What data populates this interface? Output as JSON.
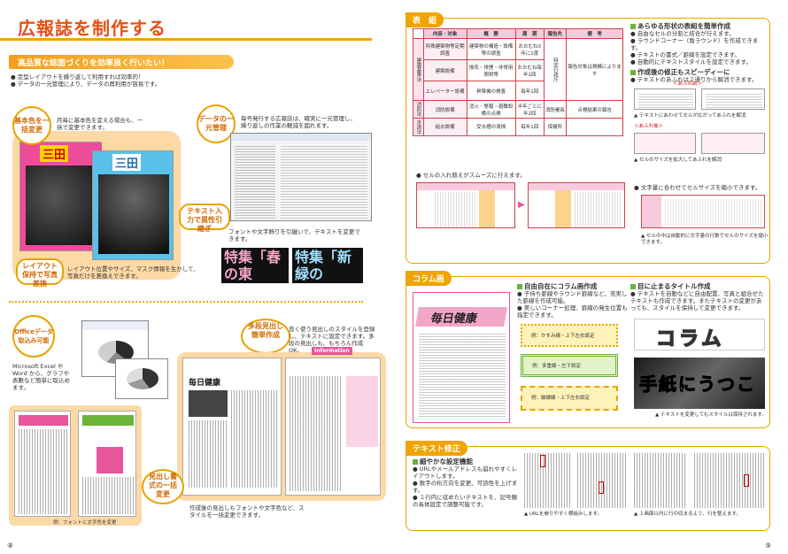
{
  "left": {
    "title": "広報誌を制作する",
    "banner": "高品質な誌面づくりを効率良く行いたい！",
    "bullets": [
      "定型レイアウトを繰り返して利用すれば効率的！",
      "データの一元管理により、データの再利用が容易です。"
    ],
    "basic_badge": "基本色を一括変更",
    "basic_text": "月毎に基本色を変える場合も、一括で変更できます。",
    "data_badge": "データの一元管理",
    "data_text": "毎号発行する広報誌は、確実に一元管理し、繰り返しの作業の軽減を図れます。",
    "text_badge": "テキスト入力で異性引継ぎ",
    "font_text": "フォントや文字飾りを引継いで、テキストを変更できます。",
    "special1": "特集「春の東",
    "special2": "特集「新緑の",
    "layout_badge": "レイアウト保持で写真差換",
    "layout_text": "レイアウト位置やサイズ、マスク情報を生かして、写真だけを差換えできます。",
    "office_badge": "Officeデータ取込み可能",
    "office_text": "Microsoft Excel や Word から、グラフや表數など簡単に取込めます。",
    "multi_badge": "多段見出し簡単作成",
    "multi_text": "良く使う見出しのスタイルを登録し、テキストに設定できます。多段の見出しも、もちろん作成OK。",
    "heading_badge": "見出し書式の一括変更",
    "heading_text": "作成後の見出しもフォントや文字色など、スタイルを一括変更できます。",
    "caption": "例：フォントと文字色を変更",
    "page_no": "⑧",
    "mag1": "三田",
    "mag2": "三田",
    "mag_tag": "Information",
    "kenko": "毎日健康"
  },
  "right": {
    "table_tag": "表　組",
    "table_headers": [
      "内容・対象",
      "概　要",
      "周　期",
      "報告先",
      "備　考"
    ],
    "table_rows": [
      [
        "特殊建築物等定期調査",
        "建築物の構造・設備等の調査",
        "おおむね3年に1度",
        "特定行政庁",
        "報告対象は規模によります"
      ],
      [
        "建築設備",
        "換気・排煙・非常用照明等",
        "おおむね毎年1回",
        "特定行政庁",
        ""
      ],
      [
        "エレベーター設備",
        "昇降機の検査",
        "毎年1回",
        "",
        ""
      ],
      [
        "消防設備",
        "消火・警報・避難設備の点検",
        "半年ごとに年2回",
        "消防署長",
        "点検結果の報告"
      ],
      [
        "給水設備",
        "受水槽の清掃",
        "毎年1回",
        "保健所",
        ""
      ]
    ],
    "table_group1": "建築基準法",
    "table_group2": "消防法",
    "table_group3": "水道法",
    "cell_note": "セルの入れ替えがスムーズに行えます。",
    "f1_title": "あらゆる形状の表組を簡単作成",
    "f1_items": [
      "自由なセルの分割と結合が行えます。",
      "ラウンドコーナー（角ラウンド）を作成できます。",
      "テキストの書式／罫線を設定できます。",
      "自動的にテキストスタイルを設定できます。"
    ],
    "f2_title": "作成後の修正もスピーディーに",
    "f2_items": [
      "テキストのあふれは２通りから解消できます。"
    ],
    "overflow_before": "＜あふれ前＞",
    "overflow_after": "＜あふれ後＞",
    "overflow_note1": "テキストにあわせてセルが広がってあふれを解消",
    "overflow_note2": "セルのサイズを拡大してあふれを解消",
    "f3_items": [
      "文字量に合わせてセルサイズを縮小できます。"
    ],
    "f3_note": "セルの中は自動的に文字量の行数でセルのサイズを縮小できます。",
    "column_tag": "コラム画",
    "col_title": "自由自在にコラム画作成",
    "col_items": [
      "子持ち罫線やラウンド罫線など、充実した罫線を作成可能。",
      "美しいコーナー処理、罫線の発生位置も指定できます。"
    ],
    "col_ex1": "例：かすみ線・上下左右設定",
    "col_ex2": "例：多重線・左下設定",
    "col_ex3": "例：破線線・上下左右設定",
    "title_title": "目に止まるタイトル作成",
    "title_items": [
      "テキストを自動などに自由配置、写真と組合せたテキストも作成できます。またテキストの変更があっても、スタイルを保持して変更できます。"
    ],
    "column_word": "コラム",
    "column_word2": "手紙にうつこ",
    "title_note": "テキストを変更してもスタイルは保持されます。",
    "text_tag": "テキスト修正",
    "t_title": "細やかな設定機能",
    "t_items": [
      "URLやメールアドレスも崩れやすくレイアウトします。",
      "数字の桁方向を変更、可読性を上げます。",
      "１行内に収めたいテキストを、記号類の長体設定で調整可能です。"
    ],
    "t_note1": "URLを崩りやすく横組みします。",
    "t_note2": "１画面以内に行の収まるよう、行を整えます。",
    "page_no": "⑨"
  },
  "colors": {
    "accent": "#f0a400",
    "pink": "#e8559a",
    "green": "#6ab43a",
    "title": "#e94f0f"
  }
}
